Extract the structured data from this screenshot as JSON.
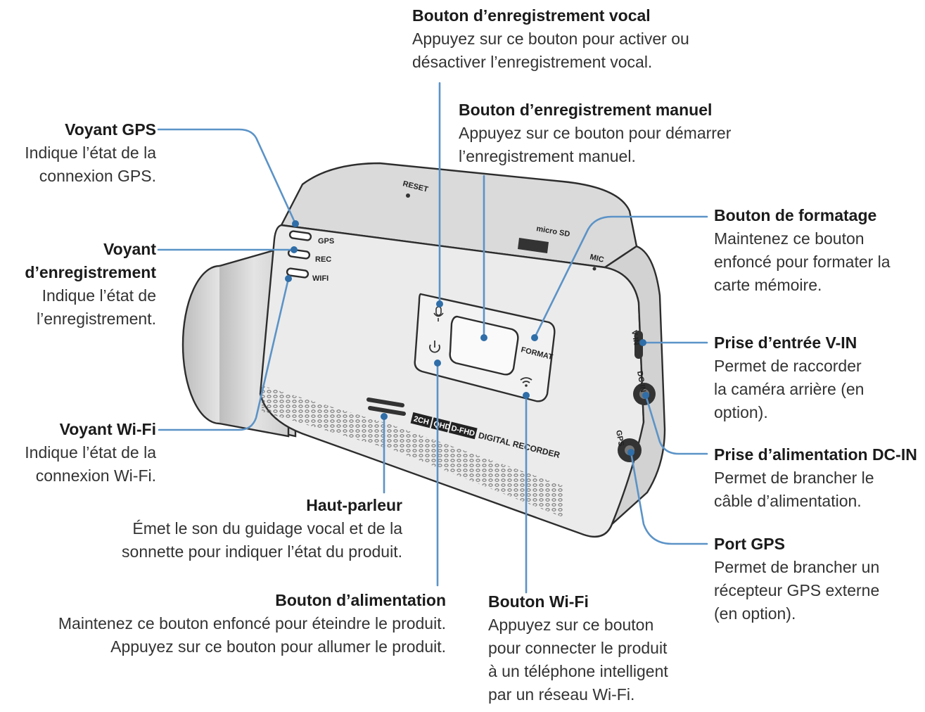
{
  "device": {
    "led_gps": "GPS",
    "led_rec": "REC",
    "led_wifi": "WIFI",
    "reset": "RESET",
    "sd_slot": "micro SD",
    "mic": "MIC",
    "format_label": "FORMAT",
    "model_badge": "2CH",
    "model_badge2": "QHD",
    "model_badge3": "D-FHD",
    "model_text": "DIGITAL RECORDER",
    "port_vin": "V-IN",
    "port_dcin": "DC-IN",
    "port_gps": "GPS",
    "icons": [
      "mic-icon",
      "power-icon",
      "wifi-icon"
    ]
  },
  "callouts": {
    "voice": {
      "title": "Bouton d’enregistrement vocal",
      "desc": "Appuyez sur ce bouton pour activer ou\ndésactiver l’enregistrement vocal."
    },
    "manual": {
      "title": "Bouton d’enregistrement manuel",
      "desc": "Appuyez sur ce bouton pour démarrer\nl’enregistrement manuel."
    },
    "gps_led": {
      "title": "Voyant GPS",
      "desc": "Indique l’état de la\nconnexion GPS."
    },
    "rec_led": {
      "title": "Voyant\nd’enregistrement",
      "desc": "Indique l’état de\nl’enregistrement."
    },
    "format": {
      "title": "Bouton de formatage",
      "desc": "Maintenez ce bouton\nenfoncé pour formater la\ncarte mémoire."
    },
    "vin": {
      "title": "Prise d’entrée V-IN",
      "desc": "Permet de raccorder\nla caméra arrière (en\noption)."
    },
    "wifi_led": {
      "title": "Voyant Wi-Fi",
      "desc": "Indique l’état de la\nconnexion Wi-Fi."
    },
    "dcin": {
      "title": "Prise d’alimentation DC-IN",
      "desc": "Permet de brancher le\ncâble d’alimentation."
    },
    "speaker": {
      "title": "Haut-parleur",
      "desc": "Émet le son du guidage vocal et de la\nsonnette pour indiquer l’état du produit."
    },
    "gps_port": {
      "title": "Port GPS",
      "desc": "Permet de brancher un\nrécepteur GPS externe\n(en option)."
    },
    "power": {
      "title": "Bouton d’alimentation",
      "desc": "Maintenez ce bouton enfoncé pour éteindre le produit.\nAppuyez sur ce bouton pour allumer le produit."
    },
    "wifi_btn": {
      "title": "Bouton Wi-Fi",
      "desc": "Appuyez sur ce bouton\npour connecter le produit\nà un téléphone intelligent\npar un réseau Wi-Fi."
    }
  },
  "colors": {
    "leader": "#5b93c7",
    "device_top": "#d9d9d9",
    "device_front": "#e9e9e9",
    "outline": "#2d2d2d"
  }
}
